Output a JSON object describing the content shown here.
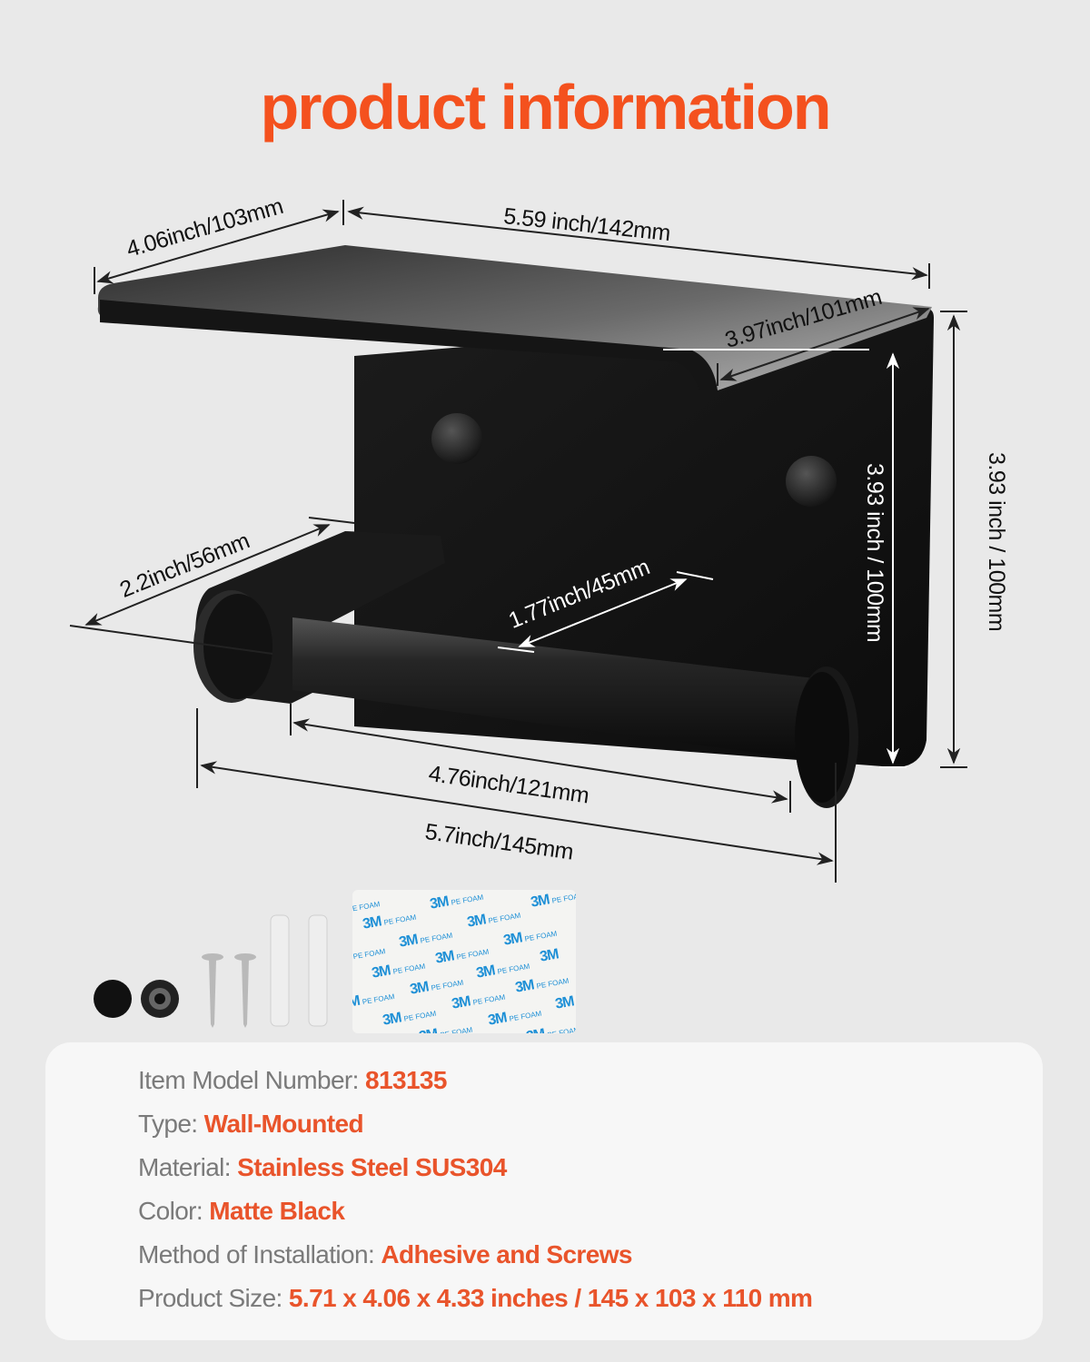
{
  "title": "product information",
  "colors": {
    "accent": "#f4511e",
    "value_text": "#e9542b",
    "key_text": "#7a7a7a",
    "background": "#e9e9e9",
    "card": "#f7f7f7",
    "product": "#111111",
    "foam_print": "#1d8fd6"
  },
  "dimensions": {
    "shelf_depth": "4.06inch/103mm",
    "shelf_width": "5.59 inch/142mm",
    "shelf_inner_depth": "3.97inch/101mm",
    "plate_height_inner": "3.93 inch / 100mm",
    "plate_height_outer": "3.93 inch / 100mm",
    "arm_depth": "2.2inch/56mm",
    "roll_clearance": "1.77inch/45mm",
    "rod_length": "4.76inch/121mm",
    "total_width": "5.7inch/145mm"
  },
  "accessories": {
    "items": [
      "screw-cap-front",
      "screw-cap-back",
      "screw",
      "screw",
      "wall-anchor",
      "wall-anchor",
      "adhesive-pad"
    ],
    "foam_brand": "3M",
    "foam_label": "PE FOAM"
  },
  "specs": [
    {
      "key": "Item Model Number:",
      "value": "813135"
    },
    {
      "key": "Type:",
      "value": "Wall-Mounted"
    },
    {
      "key": "Material:",
      "value": "Stainless Steel SUS304"
    },
    {
      "key": "Color:",
      "value": "Matte Black"
    },
    {
      "key": "Method of Installation:",
      "value": "Adhesive and Screws"
    },
    {
      "key": "Product Size:",
      "value": "5.71 x 4.06 x 4.33 inches / 145 x 103 x 110 mm"
    }
  ]
}
